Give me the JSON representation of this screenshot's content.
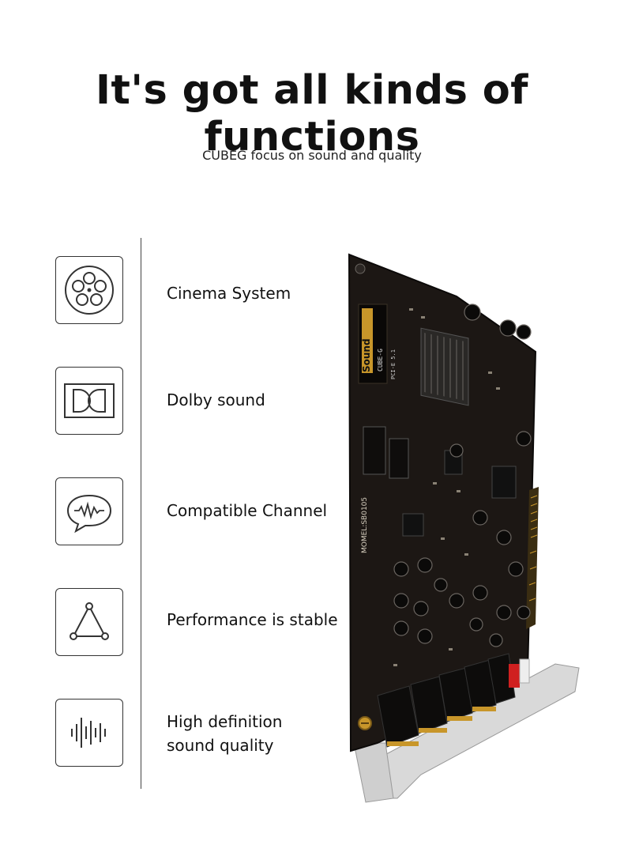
{
  "header": {
    "title": "It's got all kinds of functions",
    "subtitle": "CUBEG focus on sound and quality"
  },
  "features": [
    {
      "icon": "film-reel-icon",
      "label": "Cinema System"
    },
    {
      "icon": "dolby-icon",
      "label": "Dolby sound"
    },
    {
      "icon": "speech-waveform-icon",
      "label": "Compatible Channel"
    },
    {
      "icon": "triangle-nodes-icon",
      "label": "Performance is stable"
    },
    {
      "icon": "audio-bars-icon",
      "label_line1": "High definition",
      "label_line2": "sound quality"
    }
  ],
  "product": {
    "brand": "Sound",
    "model_line1": "CUBE-G",
    "model_line2": "PCI-E 5.1",
    "model_code": "MOMEL:SB0105",
    "board_color": "#1c1714",
    "accent_color": "#c8962a"
  }
}
